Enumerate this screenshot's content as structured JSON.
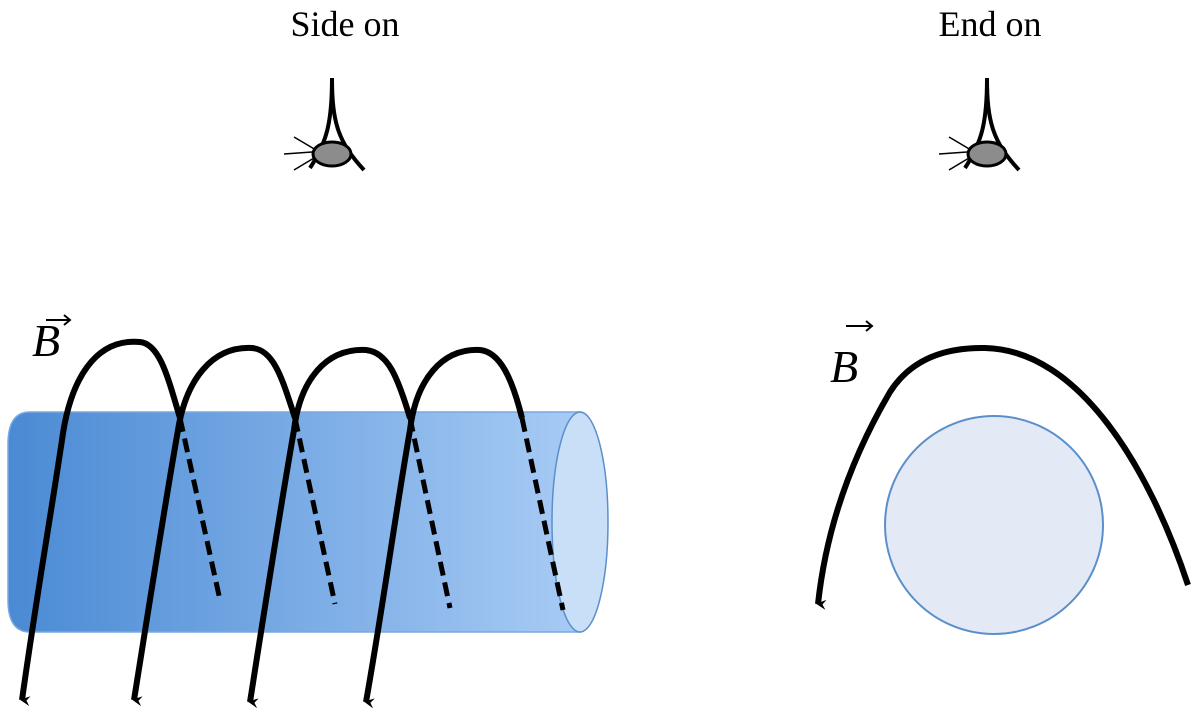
{
  "panels": {
    "side": {
      "title": "Side on",
      "field_label": "B",
      "icon": "eye-icon"
    },
    "end": {
      "title": "End on",
      "field_label": "B",
      "icon": "eye-icon"
    }
  },
  "colors": {
    "cylinder_dark": "#4a8ad4",
    "cylinder_light": "#a8cbf5",
    "cylinder_cap": "#c9dff8",
    "cylinder_edge": "#5b8fcc",
    "cross_section_fill": "#e3eaf5",
    "cross_section_edge": "#5b8fcc",
    "field_line": "#000000",
    "pupil": "#8c8c8c"
  }
}
